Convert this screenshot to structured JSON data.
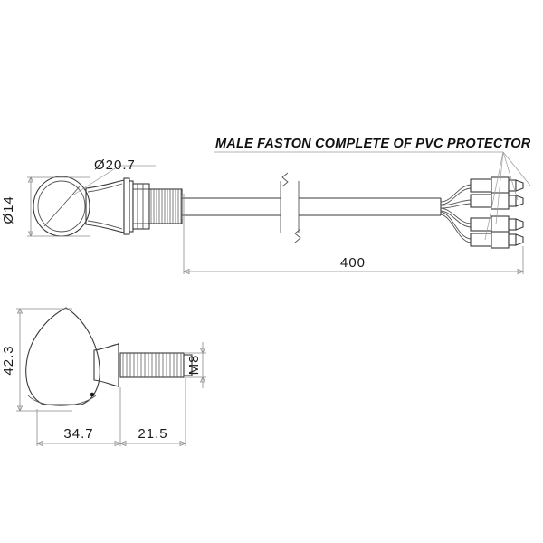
{
  "drawing": {
    "title_note": "MALE FASTON COMPLETE OF PVC PROTECTOR",
    "background_color": "#ffffff",
    "line_color": "#3a3a3a",
    "dimension_color": "#8a8a8a",
    "text_color": "#1a1a1a"
  },
  "top_view": {
    "name": "side-view-with-cable",
    "dimensions": {
      "ring_outer_diameter": "Ø20.7",
      "body_height": "Ø14",
      "cable_length": "400"
    },
    "connector_count": 4,
    "connector_label": "male-faston-terminal"
  },
  "bottom_view": {
    "name": "profile-view-with-thread",
    "dimensions": {
      "body_height": "42.3",
      "body_length": "34.7",
      "thread_length": "21.5",
      "thread_spec": "M8"
    }
  }
}
